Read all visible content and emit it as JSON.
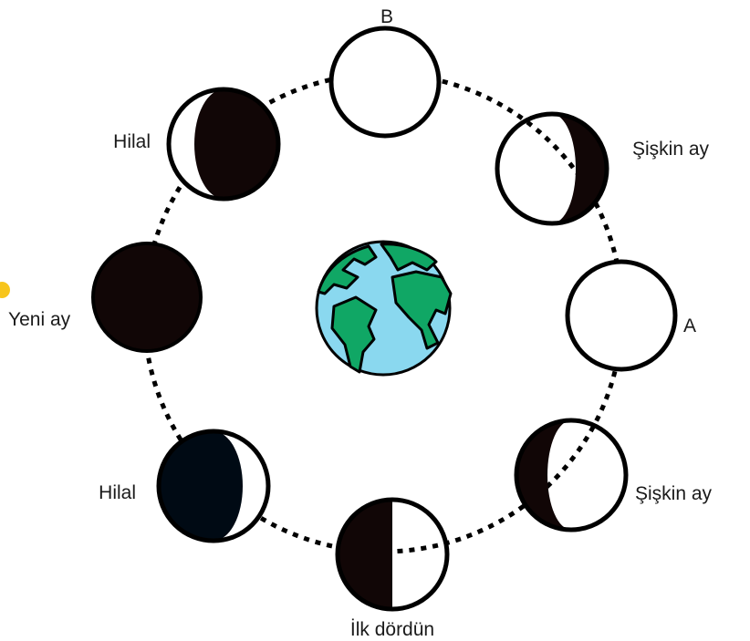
{
  "labels": {
    "top": "B",
    "upper_right": "Şişkin ay",
    "right": "A",
    "lower_right": "Şişkin ay",
    "bottom": "İlk dördün",
    "lower_left": "Hilal",
    "left": "Yeni ay",
    "upper_left": "Hilal"
  },
  "colors": {
    "outline": "#000000",
    "dark_side": "#110606",
    "lit_side": "#ffffff",
    "ocean": "#8ad8ef",
    "land": "#10a765",
    "sun_marker": "#f7c51c"
  },
  "icons": {
    "center": "earth-icon",
    "sun": "sun-marker"
  }
}
